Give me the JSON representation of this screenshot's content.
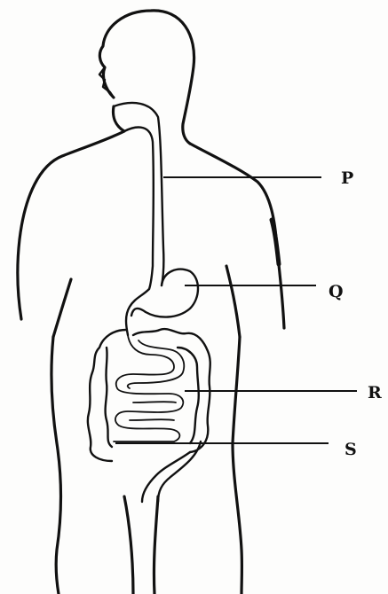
{
  "diagram": {
    "labels": [
      {
        "id": "P",
        "text": "P"
      },
      {
        "id": "Q",
        "text": "Q"
      },
      {
        "id": "R",
        "text": "R"
      },
      {
        "id": "S",
        "text": "S"
      }
    ]
  }
}
